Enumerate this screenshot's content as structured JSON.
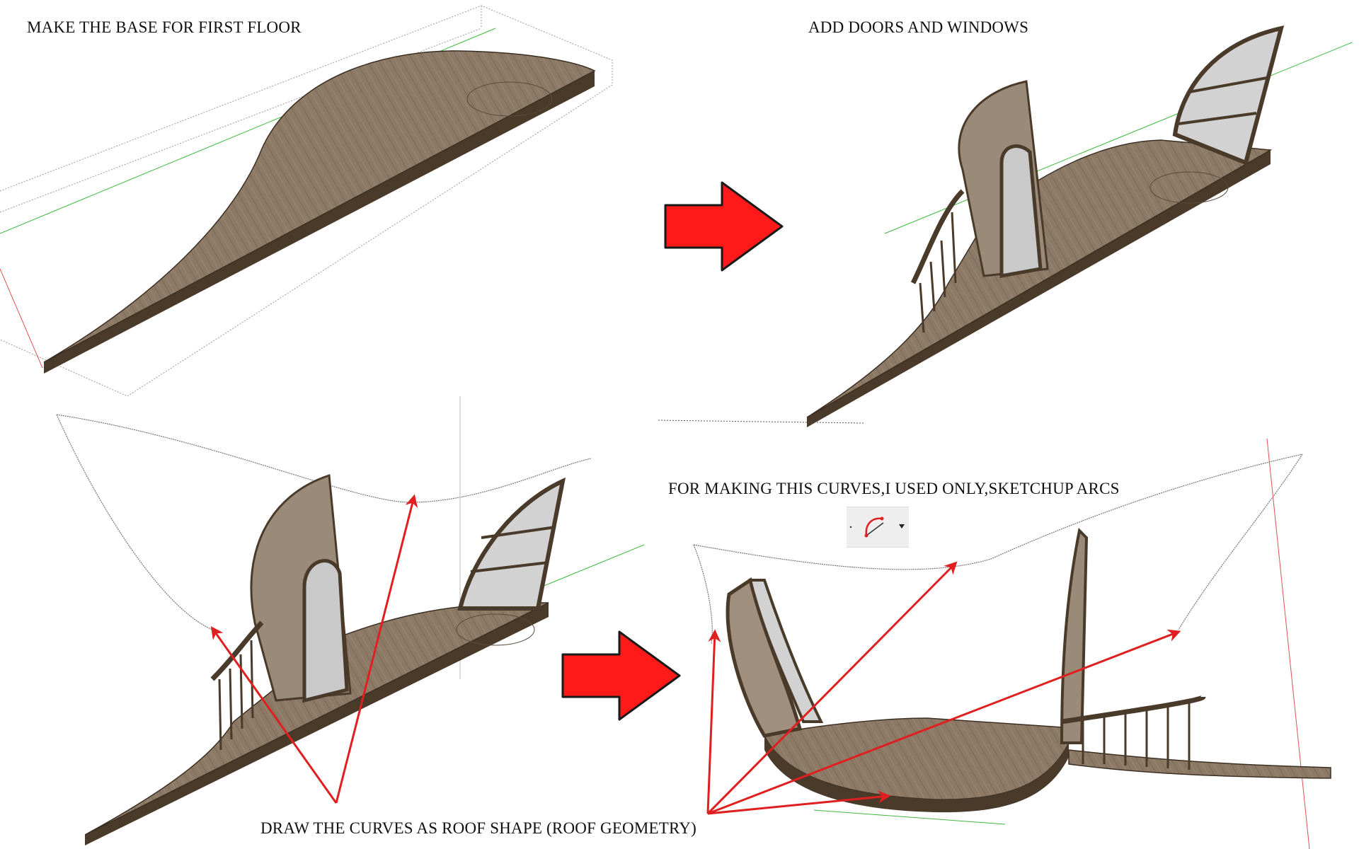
{
  "captions": {
    "step1": "MAKE THE BASE FOR FIRST FLOOR",
    "step2": "ADD DOORS AND WINDOWS",
    "step3": "FOR MAKING THIS CURVES,I USED ONLY,SKETCHUP ARCS",
    "step4": "DRAW THE CURVES AS ROOF SHAPE (ROOF GEOMETRY)"
  },
  "icons": {
    "step_arrow": "red-right-arrow-icon",
    "arc_tool": "sketchup-arc-tool-icon"
  },
  "colors": {
    "arrow_red": "#ff1a1a",
    "wood": "#8a7763",
    "wood_light": "#a29381",
    "wood_dark": "#4a3a2a",
    "glass": "#c9c9c9",
    "annotation_red": "#e02020",
    "axis_green": "#3db83d"
  }
}
